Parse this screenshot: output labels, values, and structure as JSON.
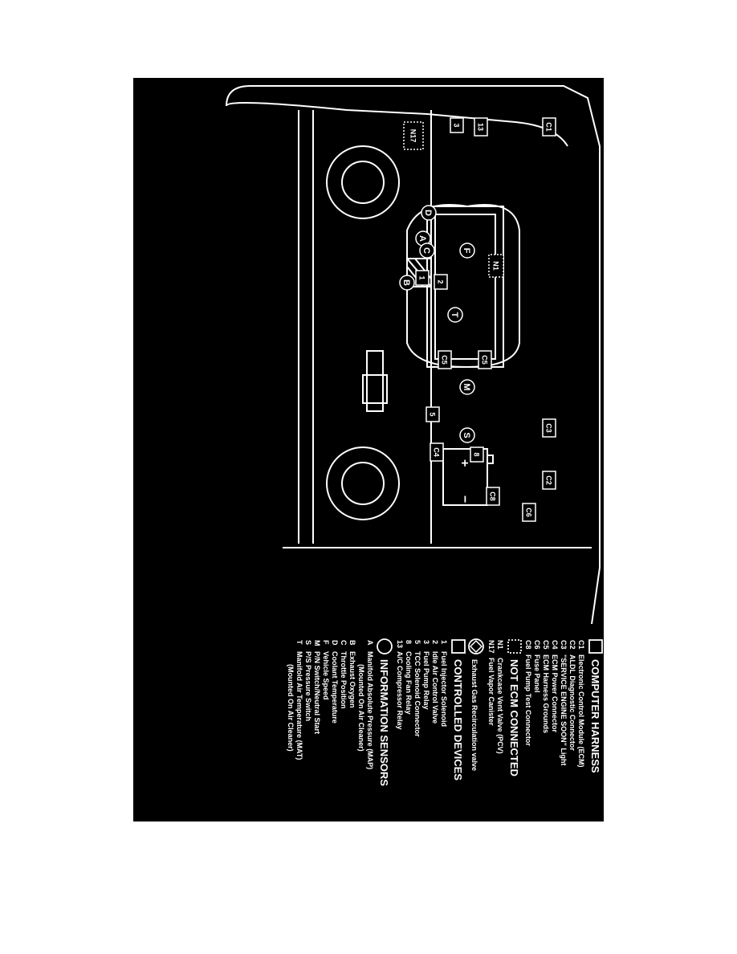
{
  "diagram": {
    "sections": {
      "computer_harness": {
        "title": "COMPUTER HARNESS",
        "items": [
          {
            "code": "C1",
            "label": "Electronic Control Module (ECM)"
          },
          {
            "code": "C2",
            "label": "ALDL Diagnostic Connector"
          },
          {
            "code": "C3",
            "label": "\"SERVICE ENGINE SOON\" Light"
          },
          {
            "code": "C4",
            "label": "ECM Power Connector"
          },
          {
            "code": "C5",
            "label": "ECM Harness Grounds"
          },
          {
            "code": "C6",
            "label": "Fuse Panel"
          },
          {
            "code": "C8",
            "label": "Fuel Pump Test Connector"
          }
        ]
      },
      "not_ecm_connected": {
        "title": "NOT ECM CONNECTED",
        "items": [
          {
            "code": "N1",
            "label": "Crankcase Vent Valve (PCV)"
          },
          {
            "code": "N17",
            "label": "Fuel Vapor Canister"
          }
        ]
      },
      "egr": {
        "label": "Exhaust Gas Recirculation valve"
      },
      "controlled_devices": {
        "title": "CONTROLLED DEVICES",
        "items": [
          {
            "code": "1",
            "label": "Fuel Injector Solenoid"
          },
          {
            "code": "2",
            "label": "Idle Air Control Valve"
          },
          {
            "code": "3",
            "label": "Fuel Pump Relay"
          },
          {
            "code": "5",
            "label": "TCC Solenoid Connector"
          },
          {
            "code": "8",
            "label": "Cooling Fan Relay"
          },
          {
            "code": "13",
            "label": "A/C Compressor Relay"
          }
        ]
      },
      "information_sensors": {
        "title": "INFORMATION SENSORS",
        "items": [
          {
            "code": "A",
            "label": "Manifold Absolute Pressure (MAP)",
            "sub": "(Mounted On Air Cleaner)"
          },
          {
            "code": "B",
            "label": "Exhaust Oxygen"
          },
          {
            "code": "C",
            "label": "Throttle Position"
          },
          {
            "code": "D",
            "label": "Coolant Temperature"
          },
          {
            "code": "F",
            "label": "Vehicle Speed"
          },
          {
            "code": "M",
            "label": "P/N Switch/Neutral Start"
          },
          {
            "code": "S",
            "label": "P/S Pressure Switch"
          },
          {
            "code": "T",
            "label": "Manifold Air Temperature (MAT)",
            "sub": "(Mounted On Air Cleaner)"
          }
        ]
      }
    },
    "markers": {
      "N17": "N17",
      "N1": "N1",
      "C1": "C1",
      "C2": "C2",
      "C3": "C3",
      "C4": "C4",
      "C5a": "C5",
      "C5b": "C5",
      "C6": "C6",
      "C8": "C8",
      "r1": "1",
      "r2": "2",
      "r3": "3",
      "r5": "5",
      "r8": "8",
      "r13": "13",
      "A": "A",
      "B": "B",
      "C": "C",
      "D": "D",
      "F": "F",
      "M": "M",
      "S": "S",
      "T": "T",
      "plus": "+",
      "minus": "−"
    }
  }
}
